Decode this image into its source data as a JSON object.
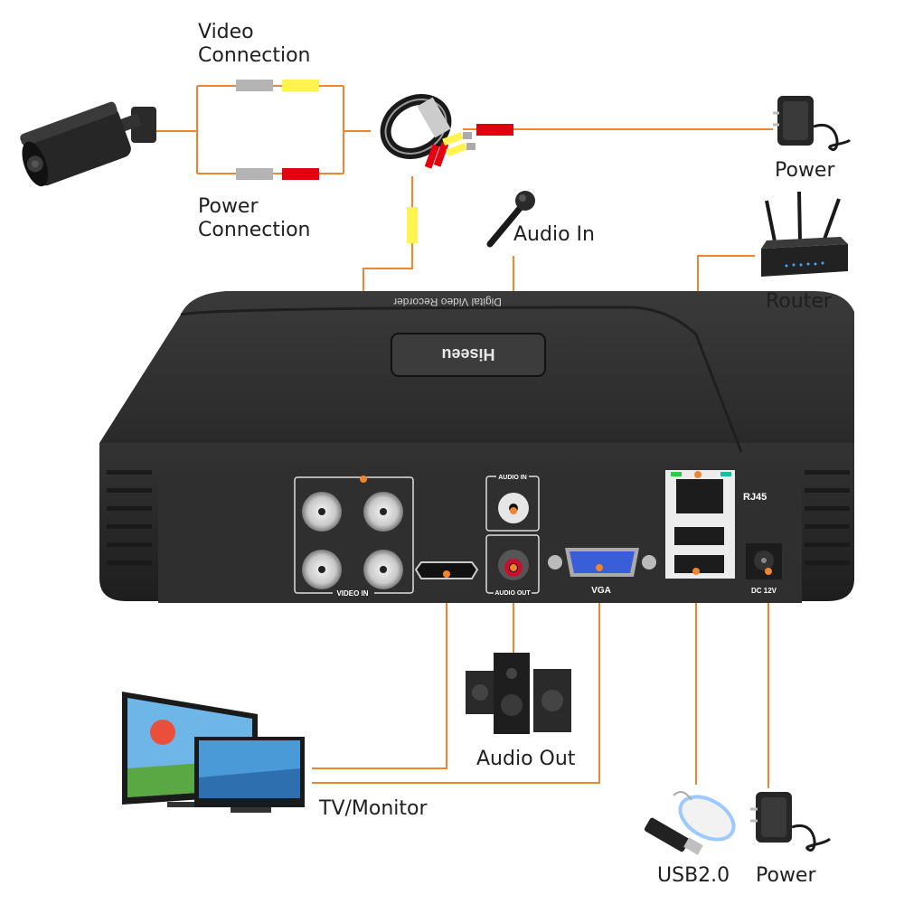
{
  "colors": {
    "wire": "#f0852d",
    "video_plug": "#fff34f",
    "power_plug": "#e3000f",
    "neutral_plug": "#b4b4b4",
    "dvr_body": "#2b2b2b"
  },
  "labels": {
    "video_connection": [
      "Video",
      "Connection"
    ],
    "power_connection": [
      "Power",
      "Connection"
    ],
    "power_top": "Power",
    "audio_in": "Audio In",
    "router": "Router",
    "audio_out": "Audio Out",
    "tv_monitor": "TV/Monitor",
    "usb": "USB2.0",
    "power_bottom": "Power"
  },
  "dvr": {
    "top_label": "Digital Video Recorder",
    "brand": "Hiseeu",
    "panel_labels": {
      "video_in": "VIDEO IN",
      "audio_in": "AUDIO IN",
      "audio_out": "AUDIO OUT",
      "vga": "VGA",
      "rj45": "RJ45",
      "dc": "DC 12V"
    }
  },
  "devices": [
    {
      "name": "camera",
      "icon": "bullet-camera-icon"
    },
    {
      "name": "cable",
      "icon": "bnc-cable-icon"
    },
    {
      "name": "power-adapter-top",
      "icon": "power-adapter-icon"
    },
    {
      "name": "microphone",
      "icon": "microphone-icon"
    },
    {
      "name": "router",
      "icon": "router-icon"
    },
    {
      "name": "speakers",
      "icon": "speaker-icon"
    },
    {
      "name": "monitors",
      "icon": "monitor-icon"
    },
    {
      "name": "usb-mouse",
      "icon": "mouse-icon"
    },
    {
      "name": "power-adapter-bottom",
      "icon": "power-adapter-icon"
    }
  ]
}
